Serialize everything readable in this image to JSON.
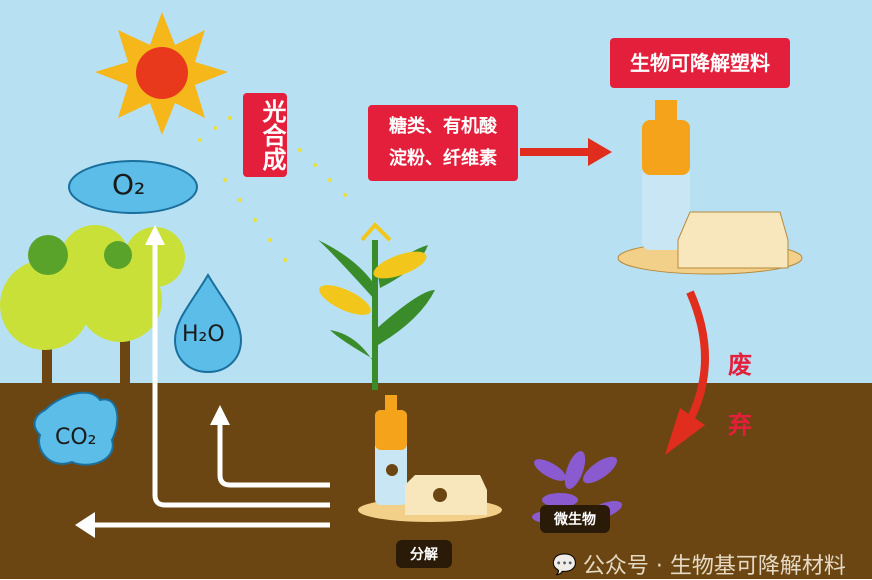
{
  "labels": {
    "photosynthesis": "光合成",
    "o2": "O₂",
    "h2o": "H₂O",
    "co2": "CO₂",
    "products_line1": "糖类、有机酸",
    "products_line2": "淀粉、纤维素",
    "bioplastic": "生物可降解塑料",
    "discard_1": "废",
    "discard_2": "弃",
    "decompose": "分解",
    "microbe": "微生物"
  },
  "watermark": {
    "text": "公众号 · 生物基可降解材料",
    "icon": "wechat-icon"
  },
  "colors": {
    "sky": "#b7e1f3",
    "ground": "#6b4612",
    "red": "#e41f3b",
    "bubble": "#5bbde8"
  }
}
